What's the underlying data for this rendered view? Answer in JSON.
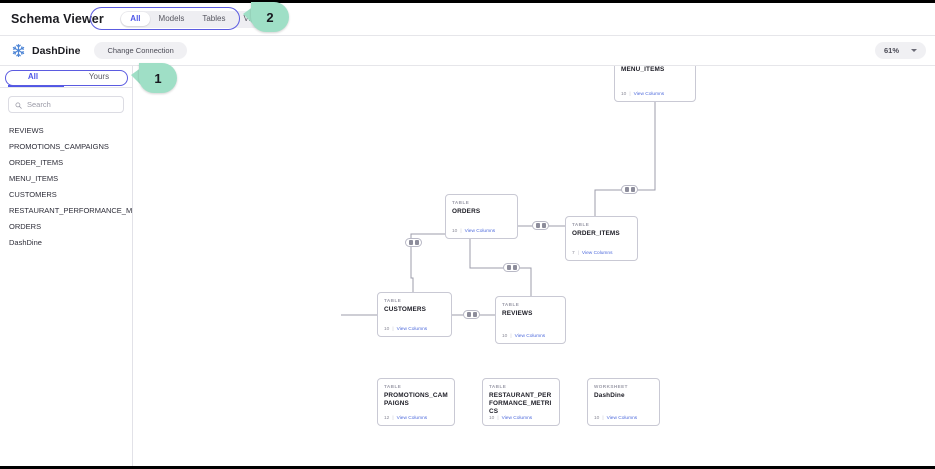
{
  "header": {
    "title": "Schema Viewer",
    "tabs": [
      {
        "label": "All",
        "active": true
      },
      {
        "label": "Models",
        "active": false
      },
      {
        "label": "Tables",
        "active": false
      },
      {
        "label": "Views",
        "active": false
      }
    ]
  },
  "connection_bar": {
    "logo_icon": "snowflake-icon",
    "connection_name": "DashDine",
    "change_connection_label": "Change Connection",
    "zoom_level": "61%",
    "zoom_chevron_icon": "chevron-down-icon"
  },
  "sidebar": {
    "tabs": [
      {
        "label": "All",
        "active": true
      },
      {
        "label": "Yours",
        "active": false
      }
    ],
    "search": {
      "icon": "search-icon",
      "placeholder": "Search",
      "value": ""
    },
    "items": [
      {
        "label": "REVIEWS"
      },
      {
        "label": "PROMOTIONS_CAMPAIGNS"
      },
      {
        "label": "ORDER_ITEMS"
      },
      {
        "label": "MENU_ITEMS"
      },
      {
        "label": "CUSTOMERS"
      },
      {
        "label": "RESTAURANT_PERFORMANCE_METRI"
      },
      {
        "label": "ORDERS"
      },
      {
        "label": "DashDine"
      }
    ]
  },
  "canvas": {
    "nodes": [
      {
        "kind": "TABLE",
        "name": "MENU_ITEMS",
        "count": "10",
        "sep": "|",
        "link": "View Columns"
      },
      {
        "kind": "TABLE",
        "name": "ORDERS",
        "count": "10",
        "sep": "|",
        "link": "View Columns"
      },
      {
        "kind": "TABLE",
        "name": "ORDER_ITEMS",
        "count": "7",
        "sep": "|",
        "link": "View Columns"
      },
      {
        "kind": "TABLE",
        "name": "CUSTOMERS",
        "count": "10",
        "sep": "|",
        "link": "View Columns"
      },
      {
        "kind": "TABLE",
        "name": "REVIEWS",
        "count": "10",
        "sep": "|",
        "link": "View Columns"
      },
      {
        "kind": "TABLE",
        "name": "PROMOTIONS_CAMPAIGNS",
        "count": "12",
        "sep": "|",
        "link": "View Columns"
      },
      {
        "kind": "TABLE",
        "name": "RESTAURANT_PERFORMANCE_METRICS",
        "count": "10",
        "sep": "|",
        "link": "View Columns"
      },
      {
        "kind": "WORKSHEET",
        "name": "DashDine",
        "count": "10",
        "sep": "|",
        "link": "View Columns"
      }
    ],
    "relationship_pill_icon": "relationship-keys-icon"
  },
  "callouts": [
    {
      "label": "1"
    },
    {
      "label": "2"
    }
  ],
  "colors": {
    "accent": "#4f57e8",
    "highlight_ring": "#5b5be0",
    "callout_bg": "#9fdfc6",
    "link": "#4f6bdc"
  }
}
